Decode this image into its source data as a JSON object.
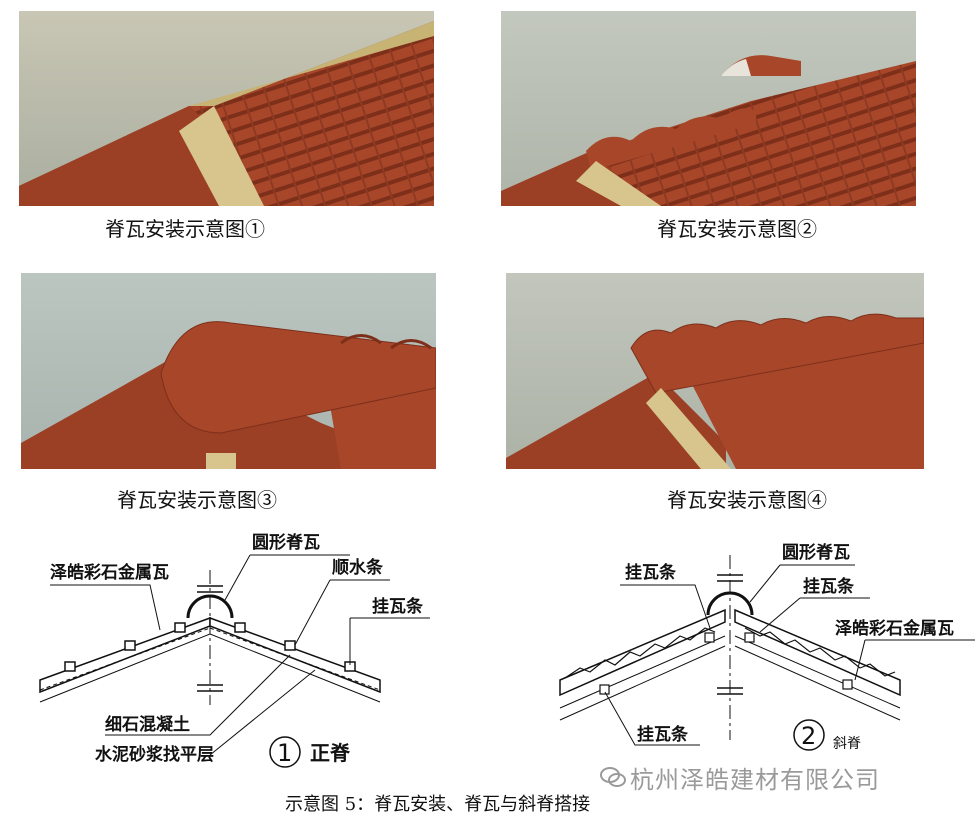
{
  "photos": [
    {
      "caption": "脊瓦安装示意图①"
    },
    {
      "caption": "脊瓦安装示意图②"
    },
    {
      "caption": "脊瓦安装示意图③"
    },
    {
      "caption": "脊瓦安装示意图④"
    }
  ],
  "diagram1": {
    "labels": {
      "metal_tile": "泽皓彩石金属瓦",
      "round_ridge": "圆形脊瓦",
      "counter_batten": "顺水条",
      "tile_batten": "挂瓦条",
      "concrete": "细石混凝土",
      "mortar": "水泥砂浆找平层"
    },
    "number": "1",
    "title": "正脊"
  },
  "diagram2": {
    "labels": {
      "tile_batten_top": "挂瓦条",
      "round_ridge": "圆形脊瓦",
      "tile_batten_right": "挂瓦条",
      "metal_tile": "泽皓彩石金属瓦",
      "tile_batten_bottom": "挂瓦条"
    },
    "number": "2",
    "title": "斜脊"
  },
  "figure_caption": "示意图 5：脊瓦安装、脊瓦与斜脊搭接",
  "watermark": "杭州泽皓建材有限公司",
  "colors": {
    "tile": "#a8462a",
    "tile_dark": "#7e2f1a",
    "sky": "#b9c4bd",
    "wood": "#d9c58a"
  }
}
